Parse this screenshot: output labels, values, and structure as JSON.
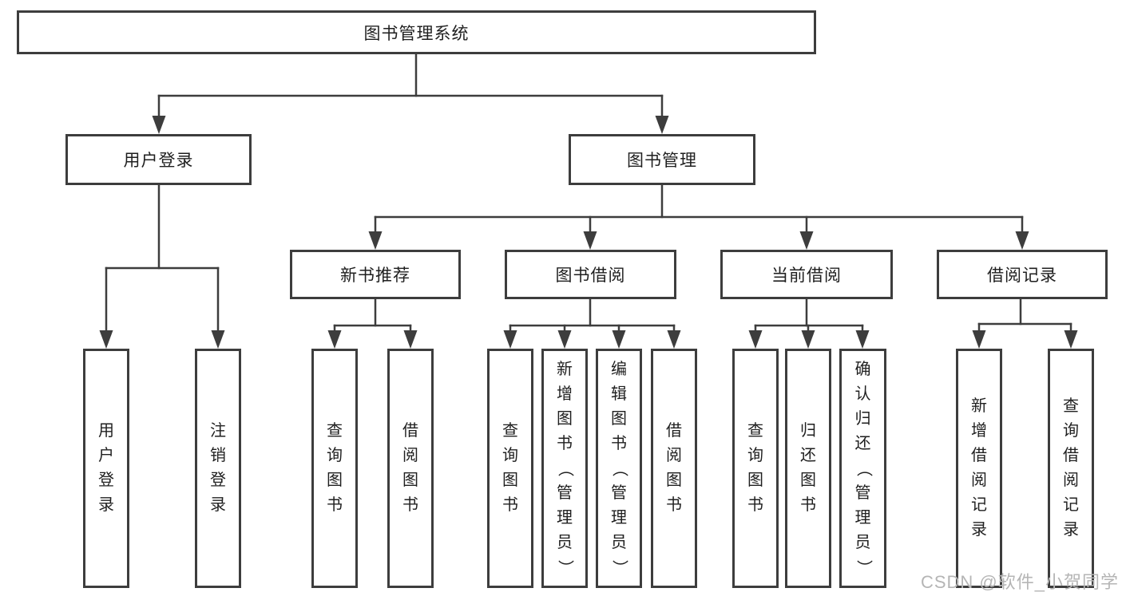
{
  "title": "图书管理系统",
  "watermark": "CSDN @软件_小贺同学",
  "colors": {
    "line": "#3d3d3d",
    "text": "#1f1f1f",
    "box_background": "#ffffff",
    "watermark": "#b5b5b5"
  },
  "tree": {
    "id": "root",
    "label": "图书管理系统",
    "children": [
      {
        "id": "n1",
        "label": "用户登录",
        "children": [
          {
            "id": "n11",
            "label": "用户登录"
          },
          {
            "id": "n12",
            "label": "注销登录"
          }
        ]
      },
      {
        "id": "n2",
        "label": "图书管理",
        "children": [
          {
            "id": "n21",
            "label": "新书推荐",
            "children": [
              {
                "id": "n211",
                "label": "查询图书"
              },
              {
                "id": "n212",
                "label": "借阅图书"
              }
            ]
          },
          {
            "id": "n22",
            "label": "图书借阅",
            "children": [
              {
                "id": "n221",
                "label": "查询图书"
              },
              {
                "id": "n222",
                "label": "新增图书（管理员）"
              },
              {
                "id": "n223",
                "label": "编辑图书（管理员）"
              },
              {
                "id": "n224",
                "label": "借阅图书"
              }
            ]
          },
          {
            "id": "n23",
            "label": "当前借阅",
            "children": [
              {
                "id": "n231",
                "label": "查询图书"
              },
              {
                "id": "n232",
                "label": "归还图书"
              },
              {
                "id": "n233",
                "label": "确认归还（管理员）"
              }
            ]
          },
          {
            "id": "n24",
            "label": "借阅记录",
            "children": [
              {
                "id": "n241",
                "label": "新增借阅记录"
              },
              {
                "id": "n242",
                "label": "查询借阅记录"
              }
            ]
          }
        ]
      }
    ]
  }
}
